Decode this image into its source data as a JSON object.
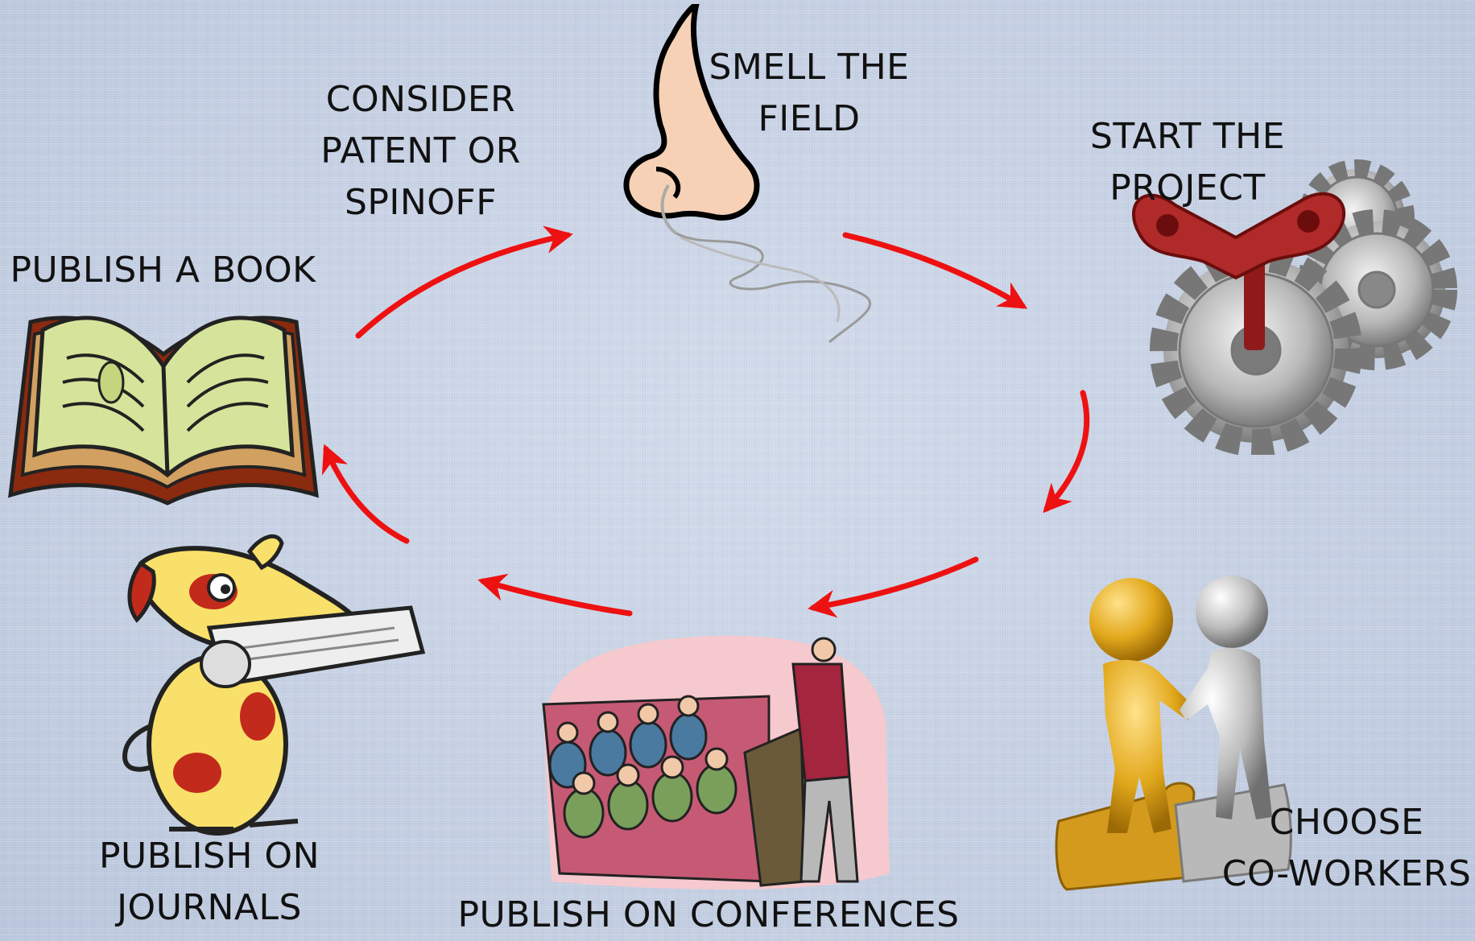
{
  "steps": [
    {
      "id": "smell",
      "lines": [
        "SMELL THE",
        "FIELD"
      ],
      "icon": "nose-icon"
    },
    {
      "id": "start",
      "lines": [
        "START THE",
        "PROJECT"
      ],
      "icon": "gears-key-icon"
    },
    {
      "id": "choose",
      "lines": [
        "CHOOSE",
        "CO-WORKERS"
      ],
      "icon": "handshake-figures-icon"
    },
    {
      "id": "conferences",
      "lines": [
        "PUBLISH ON CONFERENCES"
      ],
      "icon": "conference-speaker-icon"
    },
    {
      "id": "journals",
      "lines": [
        "PUBLISH ON",
        "JOURNALS"
      ],
      "icon": "dog-newspaper-icon"
    },
    {
      "id": "book",
      "lines": [
        "PUBLISH A BOOK"
      ],
      "icon": "open-book-icon"
    },
    {
      "id": "patent",
      "lines": [
        "CONSIDER",
        "PATENT OR",
        "SPINOFF"
      ],
      "icon": ""
    }
  ],
  "colors": {
    "arrow": "#ee1111",
    "background": "#c8d3e6"
  }
}
